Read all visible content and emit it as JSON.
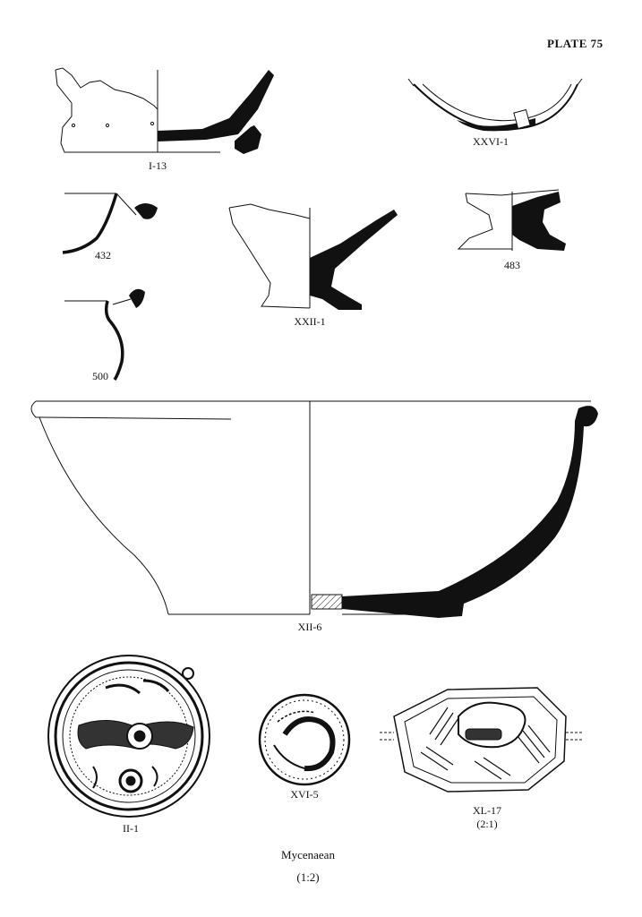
{
  "plate_title": "PLATE 75",
  "figures": {
    "I-13": "I-13",
    "XXVI-1": "XXVI-1",
    "432": "432",
    "XXII-1": "XXII-1",
    "483": "483",
    "500": "500",
    "XII-6": "XII-6",
    "II-1": "II-1",
    "XVI-5": "XVI-5",
    "XL-17": "XL-17",
    "XL-17_scale": "(2:1)"
  },
  "caption": {
    "title": "Mycenaean",
    "scale": "(1:2)"
  }
}
